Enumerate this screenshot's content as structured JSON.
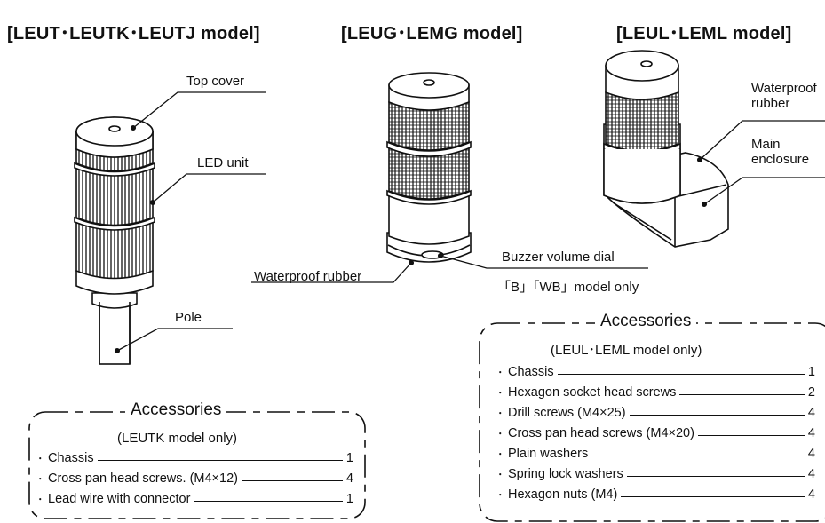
{
  "models": {
    "leut": {
      "title": "[LEUT･LEUTK･LEUTJ model]",
      "labels": {
        "top_cover": "Top cover",
        "led_unit": "LED unit",
        "pole": "Pole"
      },
      "accessories": {
        "heading": "Accessories",
        "note": "(LEUTK model only)",
        "items": [
          {
            "name": "Chassis",
            "qty": "1"
          },
          {
            "name": "Cross pan head screws. (M4×12)",
            "qty": "4"
          },
          {
            "name": "Lead wire with connector",
            "qty": "1"
          }
        ]
      }
    },
    "leug": {
      "title": "[LEUG･LEMG model]",
      "labels": {
        "waterproof_rubber": "Waterproof rubber",
        "buzzer_volume_dial": "Buzzer volume dial",
        "buzzer_note": "「B」「WB」model only"
      }
    },
    "leul": {
      "title": "[LEUL･LEML model]",
      "labels": {
        "waterproof_rubber_1": "Waterproof",
        "waterproof_rubber_2": "rubber",
        "main_enclosure_1": "Main",
        "main_enclosure_2": "enclosure"
      },
      "accessories": {
        "heading": "Accessories",
        "note": "(LEUL･LEML model only)",
        "items": [
          {
            "name": "Chassis",
            "qty": "1"
          },
          {
            "name": "Hexagon socket head screws",
            "qty": "2"
          },
          {
            "name": "Drill screws (M4×25)",
            "qty": "4"
          },
          {
            "name": "Cross pan head screws (M4×20)",
            "qty": "4"
          },
          {
            "name": "Plain washers",
            "qty": "4"
          },
          {
            "name": "Spring lock washers",
            "qty": "4"
          },
          {
            "name": "Hexagon nuts (M4)",
            "qty": "4"
          }
        ]
      }
    }
  }
}
